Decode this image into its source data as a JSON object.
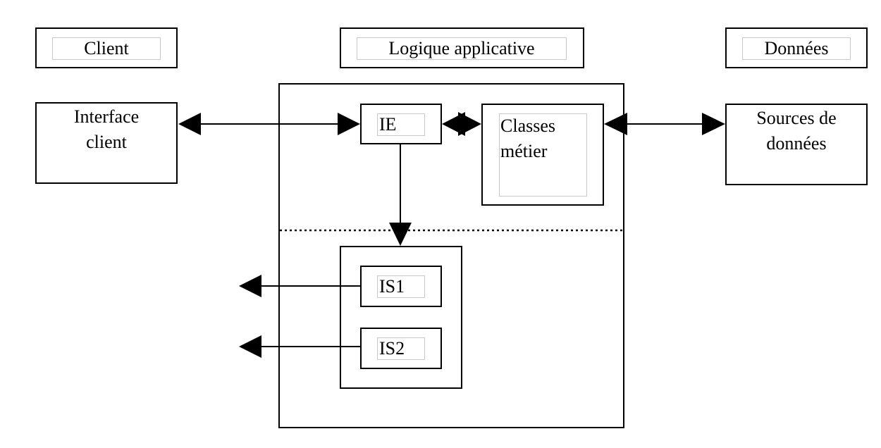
{
  "headers": {
    "client": "Client",
    "logic": "Logique applicative",
    "data": "Données"
  },
  "nodes": {
    "interface_client": [
      "Interface",
      "client"
    ],
    "ie": "IE",
    "classes_metier": [
      "Classes",
      "métier"
    ],
    "sources": [
      "Sources de",
      "données"
    ],
    "is1": "IS1",
    "is2": "IS2"
  },
  "colors": {
    "stroke": "#000000",
    "inner_border": "#c8c8c8",
    "background": "#ffffff"
  }
}
